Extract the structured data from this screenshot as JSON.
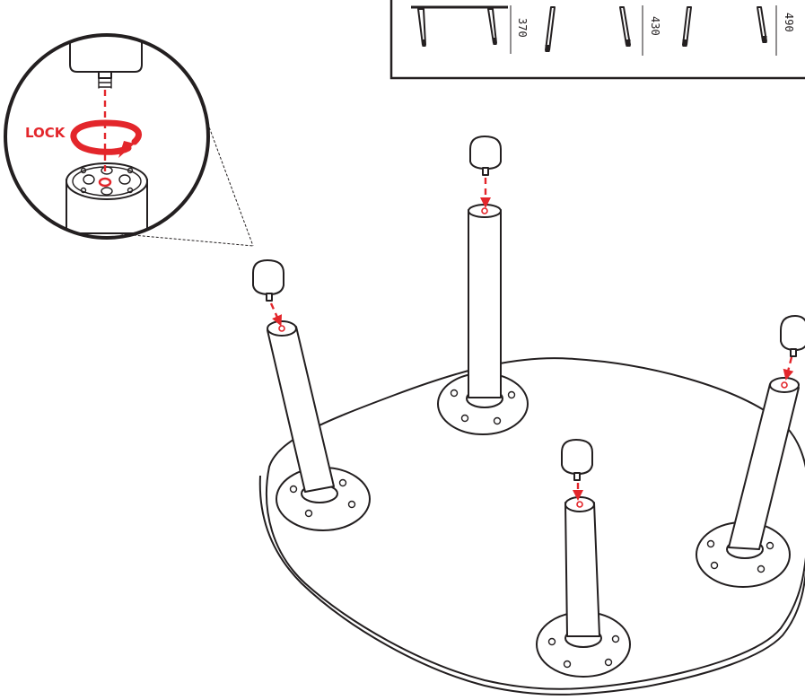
{
  "detail": {
    "label": "LOCK"
  },
  "heights": [
    {
      "value": "370"
    },
    {
      "value": "430"
    },
    {
      "value": "490"
    }
  ],
  "colors": {
    "accent": "#e3262b",
    "line": "#231f20"
  }
}
